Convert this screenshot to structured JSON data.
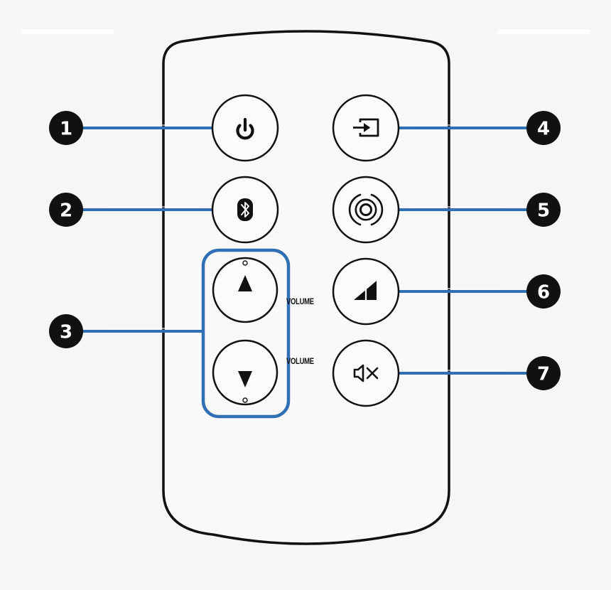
{
  "colors": {
    "background": "#f6f6f6",
    "remote_body": "#f9f9f9",
    "outline": "#111111",
    "callout_line": "#2f6fb4",
    "callout_badge": "#111111"
  },
  "callouts": [
    "1",
    "2",
    "3",
    "4",
    "5",
    "6",
    "7"
  ],
  "buttons": {
    "power": {
      "icon": "power-icon"
    },
    "bluetooth": {
      "icon": "bluetooth-icon"
    },
    "volume_up": {
      "icon": "triangle-up-icon",
      "label": "VOLUME"
    },
    "volume_down": {
      "icon": "triangle-down-icon",
      "label": "VOLUME"
    },
    "input": {
      "icon": "input-source-icon"
    },
    "surround": {
      "icon": "surround-sound-icon"
    },
    "signal": {
      "icon": "signal-strength-icon"
    },
    "mute": {
      "icon": "mute-icon"
    }
  }
}
